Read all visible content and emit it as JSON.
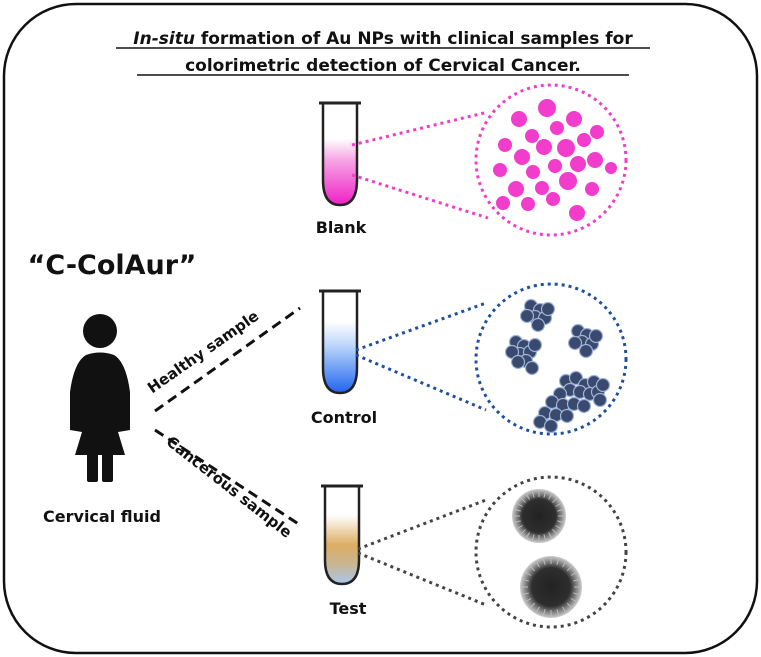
{
  "title": {
    "line1_italic": "In-situ",
    "line1_rest": " formation of Au NPs with clinical samples for",
    "line2": "colorimetric detection of Cervical Cancer."
  },
  "brand": "“C-ColAur”",
  "subject_label": "Cervical fluid",
  "branches": {
    "healthy": "Healthy sample",
    "cancerous": "Cancerous sample"
  },
  "tubes": [
    {
      "label": "Blank",
      "color": "#f032c8"
    },
    {
      "label": "Control",
      "color": "#2a6cf0"
    },
    {
      "label": "Test",
      "color": "#d9a050"
    }
  ],
  "colors": {
    "nanoparticle_pink": "#f23ccb",
    "aggregate_fill": "#3a4a6e",
    "aggregate_dots": "#1f4fa0",
    "test_dots": "#444444",
    "particle_dark": "#2b2b2b"
  }
}
